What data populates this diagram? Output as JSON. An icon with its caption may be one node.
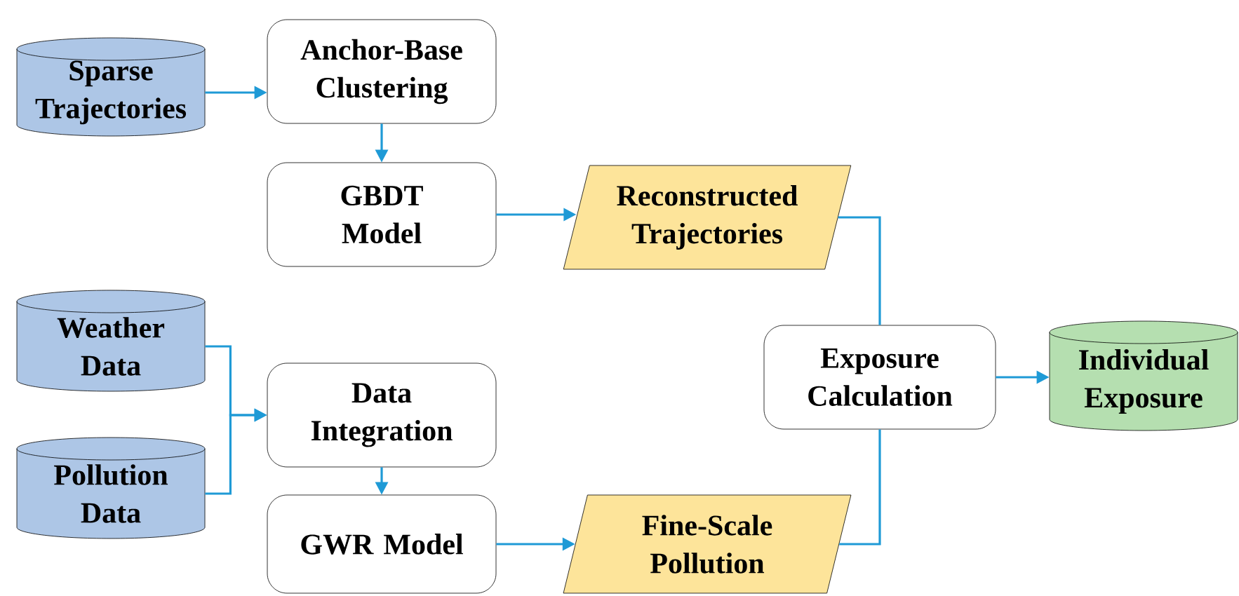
{
  "diagram": {
    "nodes": [
      {
        "text": [
          "Sparse Trajectories"
        ]
      },
      {
        "text": [
          "Anchor-Base Clustering"
        ]
      },
      {
        "text": [
          "GBDT Model"
        ]
      },
      {
        "text": [
          "Reconstructed Trajectories"
        ]
      },
      {
        "text": [
          "Weather Data"
        ]
      },
      {
        "text": [
          "Pollution Data"
        ]
      },
      {
        "text": [
          "Data Integration"
        ]
      },
      {
        "text": [
          "GWR Model"
        ]
      },
      {
        "text": [
          "Fine-Scale Pollution"
        ]
      },
      {
        "text": [
          "Exposure Calculation"
        ]
      },
      {
        "text": [
          "Individual Exposure"
        ]
      }
    ],
    "edges": [
      {
        "from": 0,
        "to": 1,
        "arrow": "to"
      },
      {
        "from": 1,
        "to": 2,
        "arrow": "to"
      },
      {
        "from": 2,
        "to": 3,
        "arrow": "to"
      },
      {
        "from": 4,
        "to": 6,
        "arrow": "to"
      },
      {
        "from": 5,
        "to": 6,
        "arrow": "to"
      },
      {
        "from": 6,
        "to": 7,
        "arrow": "to"
      },
      {
        "from": 7,
        "to": 8,
        "arrow": "to"
      },
      {
        "from": 3,
        "to": 9,
        "arrow": "none"
      },
      {
        "from": 8,
        "to": 9,
        "arrow": "none"
      },
      {
        "from": 9,
        "to": 10,
        "arrow": "to"
      }
    ]
  }
}
